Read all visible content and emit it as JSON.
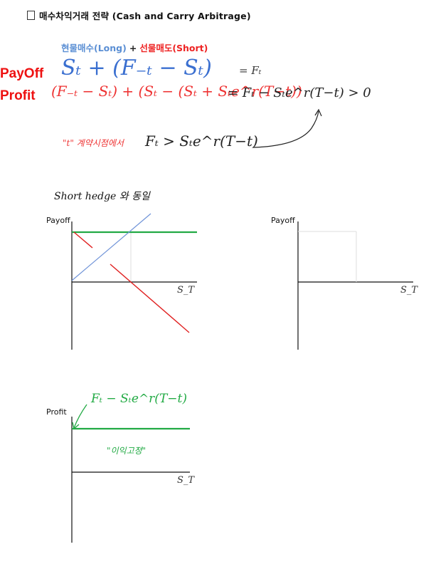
{
  "header": {
    "title": "매수차익거래 전략 (Cash and Carry Arbitrage)"
  },
  "strategy": {
    "long": "현물매수(Long)",
    "plus": "+",
    "short": "선물매도(Short)"
  },
  "labels": {
    "payoff": "PayOff",
    "profit": "Profit"
  },
  "equations": {
    "payoff_lhs": "Sₜ + (F₋ₜ − Sₜ)",
    "payoff_rhs": "= Fₜ",
    "profit_lhs": "(F₋ₜ − Sₜ) + (Sₜ − (Sₜ + Sₜe^r(T−t))",
    "profit_rhs": "= Fₜ − Sₜe^r(T−t) > 0",
    "condition_note": "\"t\" 계약시점에서",
    "condition": "Fₜ > Sₜe^r(T−t)"
  },
  "charts": {
    "hedge_note": "Short hedge 와 동일",
    "payoff_ylabel_left": "Payoff",
    "payoff_ylabel_right": "Payoff",
    "xlabel_left": "S_T",
    "xlabel_right": "S_T",
    "profit_ylabel": "Profit",
    "profit_annotation": "Fₜ − Sₜe^r(T−t)",
    "profit_note": "\"이익고정\"",
    "profit_xlabel": "S_T"
  },
  "colors": {
    "long": "#5b8fd4",
    "short": "#ee2222",
    "green": "#22aa44",
    "axis": "#111111"
  }
}
